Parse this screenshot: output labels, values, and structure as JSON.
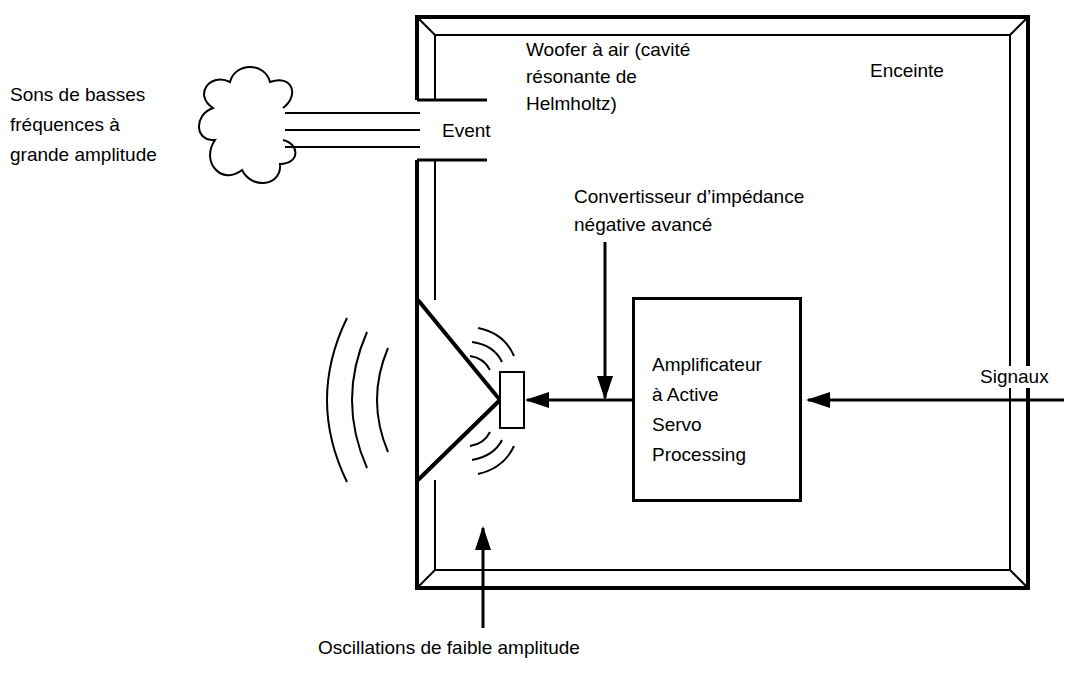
{
  "diagram": {
    "nodes": [
      {
        "text": [
          "Enceinte"
        ]
      },
      {
        "text": [
          "Amplificateur à Active Servo Processing"
        ],
        "in": 0
      }
    ],
    "labels": [
      "Sons de basses fréquences à grande amplitude",
      "Event",
      "Woofer à air (cavité résonante de Helmholtz)",
      "Convertisseur d’impédance négative avancé",
      "Signaux",
      "Oscillations de faible amplitude"
    ]
  }
}
